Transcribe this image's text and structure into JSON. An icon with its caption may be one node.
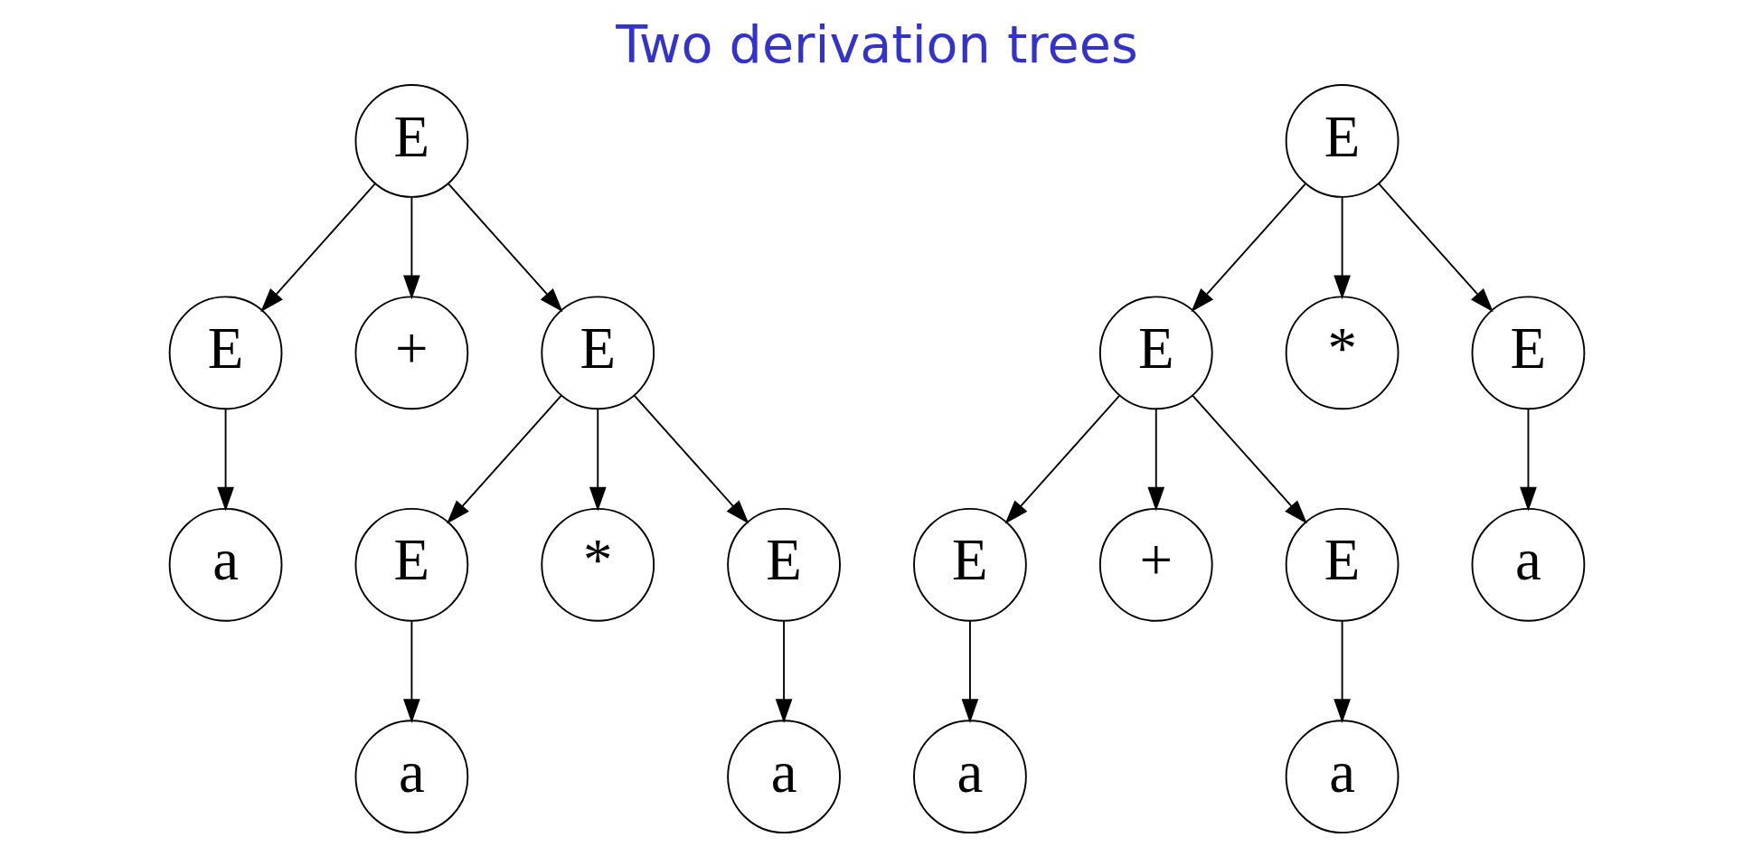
{
  "diagram": {
    "title": "Two derivation trees",
    "nodes": [
      {
        "text": [
          "E"
        ]
      },
      {
        "text": [
          "E"
        ]
      },
      {
        "text": [
          "+"
        ]
      },
      {
        "text": [
          "E"
        ]
      },
      {
        "text": [
          "a"
        ]
      },
      {
        "text": [
          "E"
        ]
      },
      {
        "text": [
          "*"
        ]
      },
      {
        "text": [
          "E"
        ]
      },
      {
        "text": [
          "a"
        ]
      },
      {
        "text": [
          "a"
        ]
      },
      {
        "text": [
          "E"
        ]
      },
      {
        "text": [
          "E"
        ]
      },
      {
        "text": [
          "*"
        ]
      },
      {
        "text": [
          "E"
        ]
      },
      {
        "text": [
          "E"
        ]
      },
      {
        "text": [
          "+"
        ]
      },
      {
        "text": [
          "E"
        ]
      },
      {
        "text": [
          "a"
        ]
      },
      {
        "text": [
          "a"
        ]
      },
      {
        "text": [
          "a"
        ]
      }
    ],
    "edges": [
      {
        "from": 0,
        "to": 1,
        "arrow": "to"
      },
      {
        "from": 0,
        "to": 2,
        "arrow": "to"
      },
      {
        "from": 0,
        "to": 3,
        "arrow": "to"
      },
      {
        "from": 1,
        "to": 4,
        "arrow": "to"
      },
      {
        "from": 3,
        "to": 5,
        "arrow": "to"
      },
      {
        "from": 3,
        "to": 6,
        "arrow": "to"
      },
      {
        "from": 3,
        "to": 7,
        "arrow": "to"
      },
      {
        "from": 5,
        "to": 8,
        "arrow": "to"
      },
      {
        "from": 7,
        "to": 9,
        "arrow": "to"
      },
      {
        "from": 10,
        "to": 11,
        "arrow": "to"
      },
      {
        "from": 10,
        "to": 12,
        "arrow": "to"
      },
      {
        "from": 10,
        "to": 13,
        "arrow": "to"
      },
      {
        "from": 11,
        "to": 14,
        "arrow": "to"
      },
      {
        "from": 11,
        "to": 15,
        "arrow": "to"
      },
      {
        "from": 11,
        "to": 16,
        "arrow": "to"
      },
      {
        "from": 13,
        "to": 17,
        "arrow": "to"
      },
      {
        "from": 14,
        "to": 18,
        "arrow": "to"
      },
      {
        "from": 16,
        "to": 19,
        "arrow": "to"
      }
    ]
  }
}
